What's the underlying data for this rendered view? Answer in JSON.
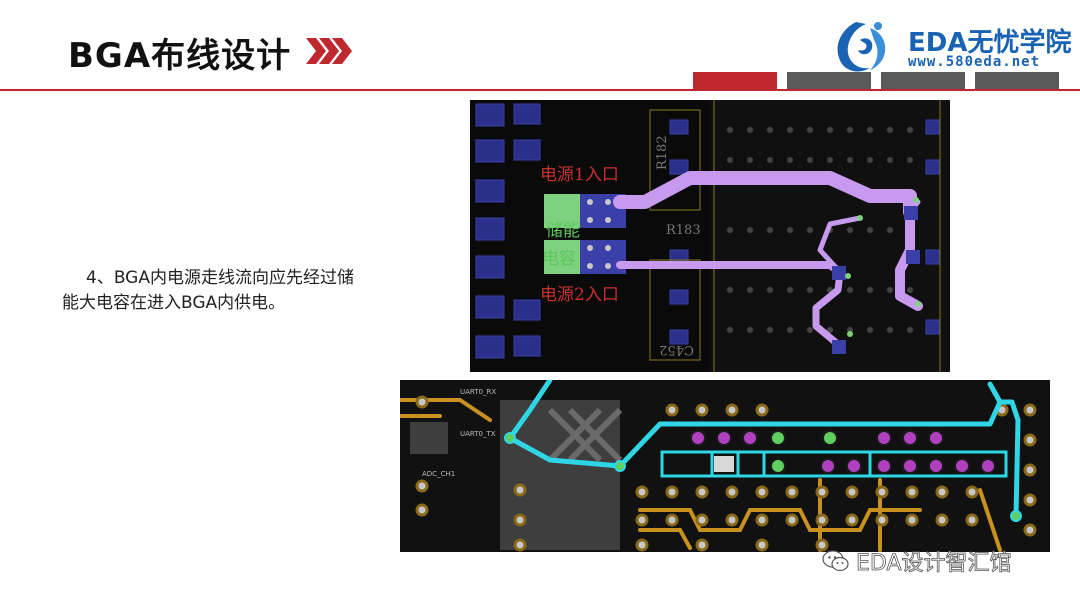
{
  "header": {
    "title": "BGA布线设计",
    "logo_name": "EDA无忧学院",
    "logo_url": "www.580eda.net"
  },
  "content": {
    "paragraph": "4、BGA内电源走线流向应先经过储能大电容在进入BGA内供电。"
  },
  "pcb_top": {
    "label_power1": "电源1入口",
    "label_storage": "储能",
    "label_cap": "电容",
    "label_power2": "电源2入口",
    "ref_r182": "R182",
    "ref_r183": "R183",
    "ref_c452": "C452"
  },
  "pcb_bottom": {
    "net_uart_rx": "UART0_RX",
    "net_uart_tx": "UART0_TX",
    "net_adc": "ADC_CH1"
  },
  "watermark": {
    "text": "EDA设计智汇馆"
  },
  "colors": {
    "accent_red": "#c0282f",
    "brand_blue": "#1a63b4",
    "trace_purple": "#c79af0",
    "trace_cyan": "#2fd6e6"
  }
}
